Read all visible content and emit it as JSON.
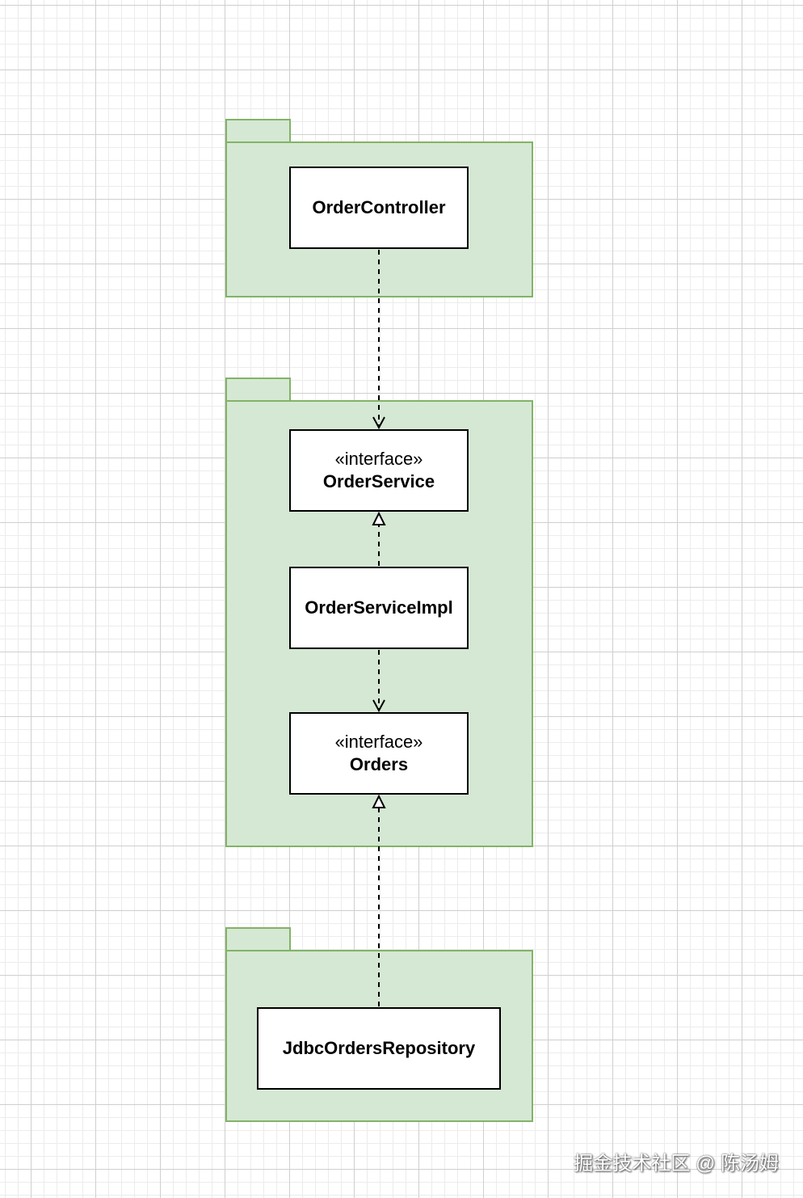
{
  "diagram": {
    "packages": [
      {
        "id": "controller-package"
      },
      {
        "id": "service-package"
      },
      {
        "id": "repository-package"
      }
    ],
    "classes": {
      "order_controller": {
        "name": "OrderController"
      },
      "order_service": {
        "stereotype": "«interface»",
        "name": "OrderService"
      },
      "order_service_impl": {
        "name": "OrderServiceImpl"
      },
      "orders": {
        "stereotype": "«interface»",
        "name": "Orders"
      },
      "jdbc_orders_repository": {
        "name": "JdbcOrdersRepository"
      }
    },
    "relations": [
      {
        "from": "OrderController",
        "to": "OrderService",
        "type": "dependency"
      },
      {
        "from": "OrderServiceImpl",
        "to": "OrderService",
        "type": "realization"
      },
      {
        "from": "OrderServiceImpl",
        "to": "Orders",
        "type": "dependency"
      },
      {
        "from": "JdbcOrdersRepository",
        "to": "Orders",
        "type": "realization"
      }
    ],
    "colors": {
      "package_fill": "#d5e8d4",
      "package_stroke": "#82b366",
      "class_fill": "#ffffff",
      "class_stroke": "#000000",
      "connector": "#000000"
    }
  },
  "watermark": {
    "text": "掘金技术社区 @ 陈汤姆"
  }
}
